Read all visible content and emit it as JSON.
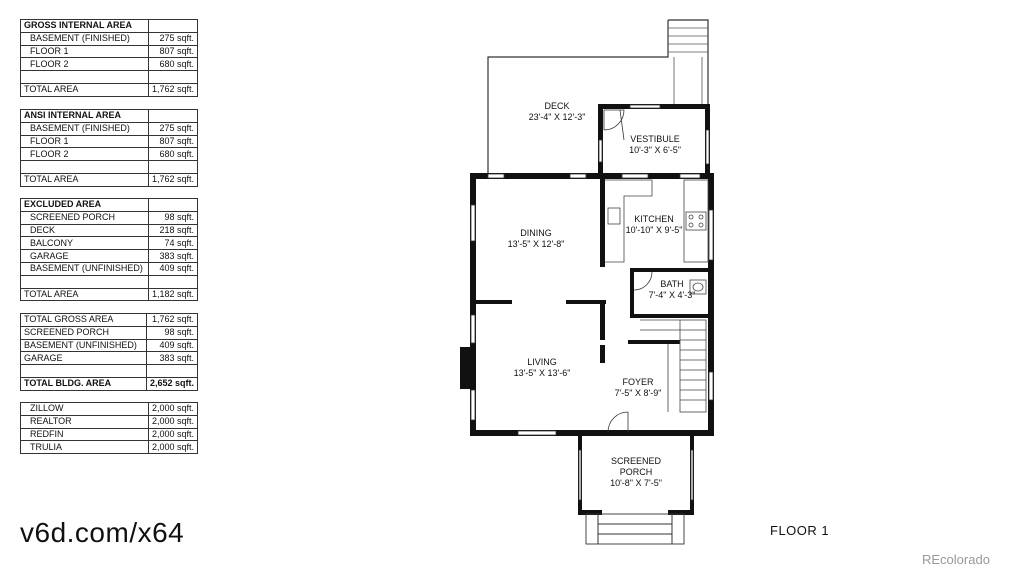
{
  "tables": {
    "gross": {
      "header": "GROSS INTERNAL AREA",
      "rows": [
        {
          "label": "BASEMENT (FINISHED)",
          "value": "275 sqft."
        },
        {
          "label": "FLOOR 1",
          "value": "807 sqft."
        },
        {
          "label": "FLOOR 2",
          "value": "680 sqft."
        }
      ],
      "total": {
        "label": "TOTAL AREA",
        "value": "1,762 sqft."
      }
    },
    "ansi": {
      "header": "ANSI INTERNAL AREA",
      "rows": [
        {
          "label": "BASEMENT (FINISHED)",
          "value": "275 sqft."
        },
        {
          "label": "FLOOR 1",
          "value": "807 sqft."
        },
        {
          "label": "FLOOR 2",
          "value": "680 sqft."
        }
      ],
      "total": {
        "label": "TOTAL AREA",
        "value": "1,762 sqft."
      }
    },
    "excluded": {
      "header": "EXCLUDED AREA",
      "rows": [
        {
          "label": "SCREENED PORCH",
          "value": "98 sqft."
        },
        {
          "label": "DECK",
          "value": "218 sqft."
        },
        {
          "label": "BALCONY",
          "value": "74 sqft."
        },
        {
          "label": "GARAGE",
          "value": "383 sqft."
        },
        {
          "label": "BASEMENT (UNFINISHED)",
          "value": "409 sqft."
        }
      ],
      "total": {
        "label": "TOTAL AREA",
        "value": "1,182 sqft."
      }
    },
    "building": {
      "rows": [
        {
          "label": "TOTAL GROSS AREA",
          "value": "1,762 sqft."
        },
        {
          "label": "SCREENED PORCH",
          "value": "98 sqft."
        },
        {
          "label": "BASEMENT (UNFINISHED)",
          "value": "409 sqft."
        },
        {
          "label": "GARAGE",
          "value": "383 sqft."
        }
      ],
      "total": {
        "label": "TOTAL BLDG. AREA",
        "value": "2,652 sqft."
      }
    },
    "estimates": {
      "rows": [
        {
          "label": "ZILLOW",
          "value": "2,000 sqft."
        },
        {
          "label": "REALTOR",
          "value": "2,000 sqft."
        },
        {
          "label": "REDFIN",
          "value": "2,000 sqft."
        },
        {
          "label": "TRULIA",
          "value": "2,000 sqft."
        }
      ]
    }
  },
  "rooms": {
    "deck": {
      "name": "DECK",
      "dims": "23'-4\" X 12'-3\""
    },
    "vestibule": {
      "name": "VESTIBULE",
      "dims": "10'-3\" X 6'-5\""
    },
    "dining": {
      "name": "DINING",
      "dims": "13'-5\" X 12'-8\""
    },
    "kitchen": {
      "name": "KITCHEN",
      "dims": "10'-10\" X 9'-5\""
    },
    "bath": {
      "name": "BATH",
      "dims": "7'-4\" X 4'-3\""
    },
    "living": {
      "name": "LIVING",
      "dims": "13'-5\" X 13'-6\""
    },
    "foyer": {
      "name": "FOYER",
      "dims": "7'-5\" X 8'-9\""
    },
    "porch": {
      "name1": "SCREENED",
      "name2": "PORCH",
      "dims": "10'-8\" X 7'-5\""
    }
  },
  "short_url": "v6d.com/x64",
  "floor_label": "FLOOR 1",
  "brand": "REcolorado",
  "colors": {
    "wall": "#111111",
    "table_border": "#333333",
    "brand": "#999999"
  }
}
